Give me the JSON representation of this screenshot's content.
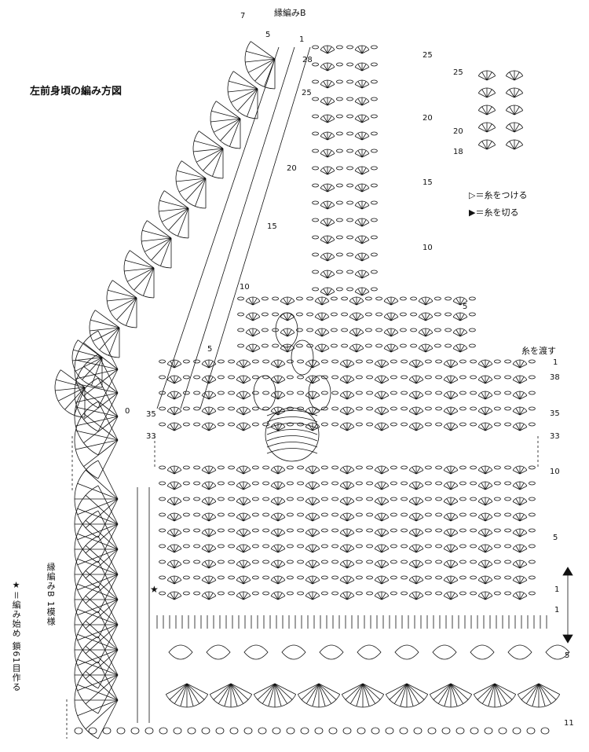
{
  "title": "左前身頃の編み方図",
  "edge_label_top": "縁編みB",
  "edge_label_side": "縁編みB 1模様",
  "legend": {
    "attach": "▷＝糸をつける",
    "cut": "▶＝糸を切る",
    "carry": "糸を渡す"
  },
  "note_start": "★＝編み始め 鎖61目作る",
  "star_marker": "★",
  "border_top_marks": {
    "seven": "7",
    "five": "5",
    "one": "1"
  },
  "neck_rows": [
    "28",
    "25",
    "20",
    "15",
    "10",
    "5",
    "0"
  ],
  "main_row_labels_upper": [
    "25",
    "20",
    "15",
    "10",
    "5"
  ],
  "yoke_row_labels": [
    "1",
    "38",
    "35",
    "33"
  ],
  "body_row_labels": [
    "10",
    "5",
    "1"
  ],
  "hem_row_labels": [
    "1",
    "5",
    "11"
  ],
  "side_marks": [
    "0",
    "35",
    "33"
  ],
  "inset_rows": [
    "25",
    "20",
    "18"
  ],
  "colors": {
    "ink": "#111111",
    "background": "#ffffff"
  }
}
